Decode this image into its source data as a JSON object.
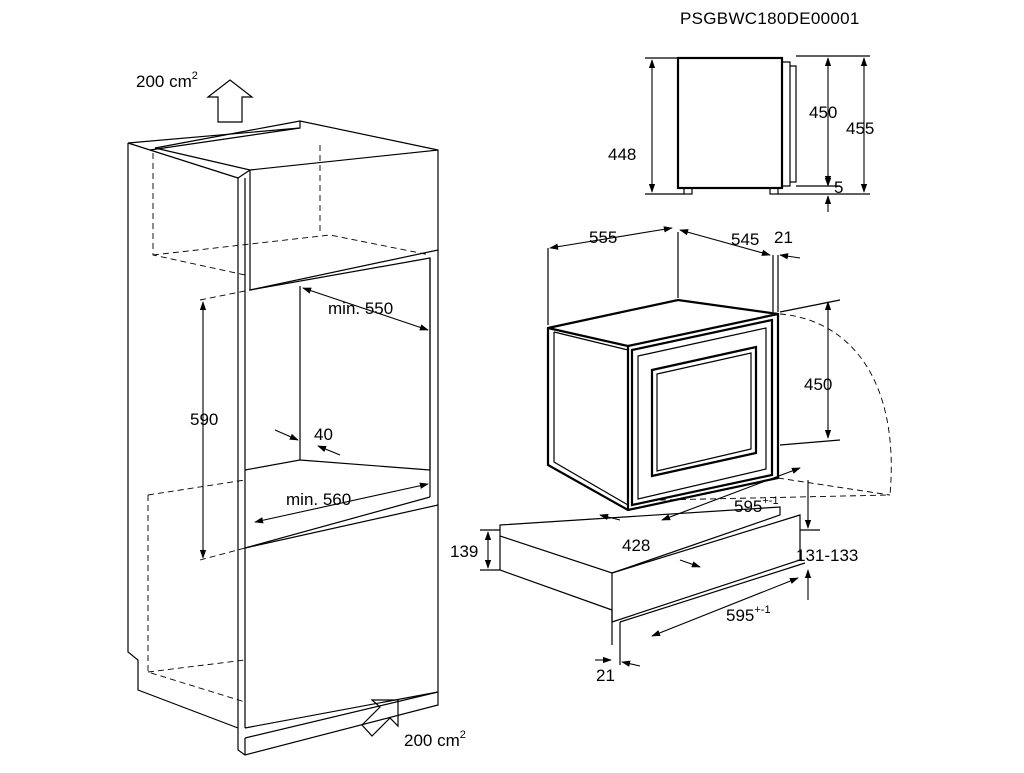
{
  "drawing_code": "PSGBWC180DE00001",
  "left_view": {
    "vent_top": {
      "value": "200 cm",
      "exp": "2"
    },
    "vent_bottom": {
      "value": "200 cm",
      "exp": "2"
    },
    "dim_width_top": "min. 550",
    "dim_height": "590",
    "dim_depth_gap": "40",
    "dim_width_bottom": "min. 560"
  },
  "side_view": {
    "dim_448": "448",
    "dim_450": "450",
    "dim_455": "455",
    "dim_5": "5"
  },
  "right_view": {
    "dim_555": "555",
    "dim_545": "545",
    "dim_21_top": "21",
    "dim_450": "450",
    "dim_595_upper": {
      "value": "595",
      "exp": "+-1"
    },
    "dim_428": "428",
    "dim_139": "139",
    "dim_131_133": "131-133",
    "dim_595_lower": {
      "value": "595",
      "exp": "+-1"
    },
    "dim_21_bottom": "21"
  }
}
